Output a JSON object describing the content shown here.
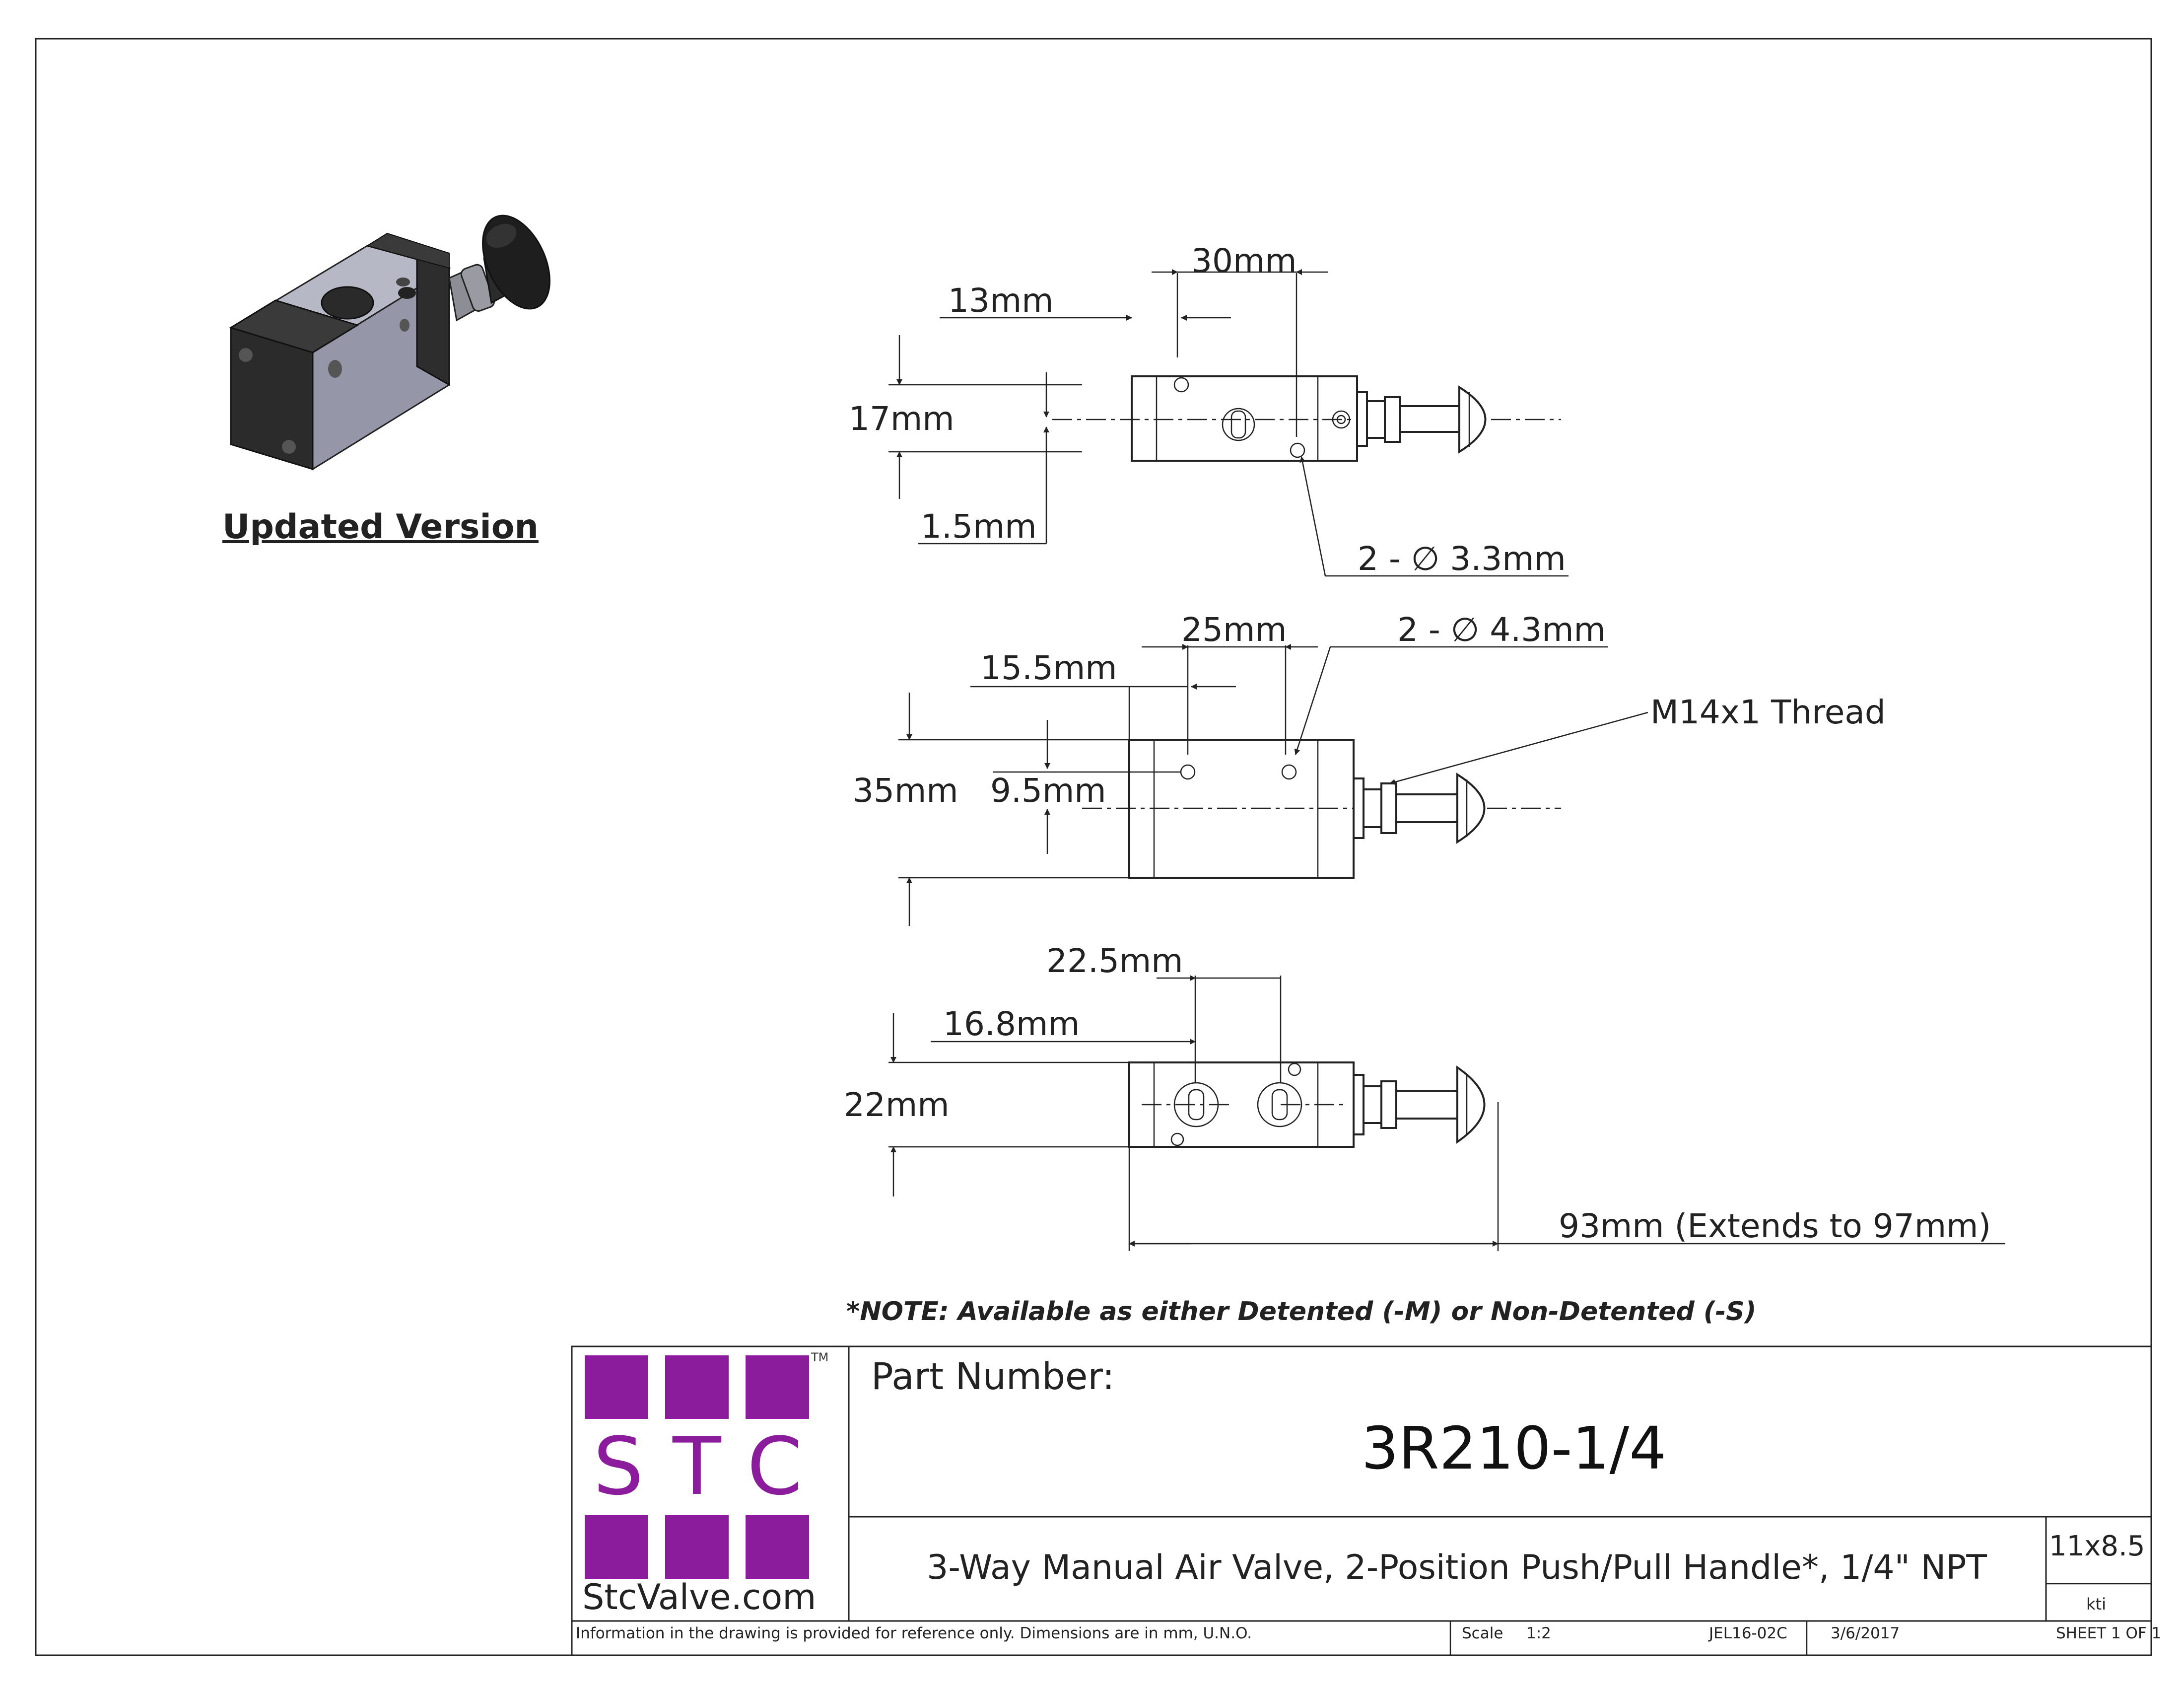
{
  "updated_version_label": "Updated Version",
  "views": {
    "top": {
      "dim_width_30": "30mm",
      "dim_offset_13": "13mm",
      "dim_height_17": "17mm",
      "dim_offset_1_5": "1.5mm",
      "dim_holes": "2 - ∅ 3.3mm"
    },
    "front": {
      "dim_spacing_25": "25mm",
      "dim_offset_15_5": "15.5mm",
      "dim_holes": "2 - ∅ 4.3mm",
      "dim_thread": "M14x1 Thread",
      "dim_height_35": "35mm",
      "dim_height_9_5": "9.5mm"
    },
    "bottom": {
      "dim_spacing_22_5": "22.5mm",
      "dim_offset_16_8": "16.8mm",
      "dim_height_22": "22mm",
      "dim_length": "93mm (Extends to 97mm)"
    }
  },
  "note": "*NOTE: Available as either Detented (-M) or Non-Detented (-S)",
  "title_block": {
    "logo": {
      "letters": [
        "S",
        "T",
        "C"
      ],
      "trademark": "TM",
      "url": "StcValve.com",
      "color": "#8b1c9c"
    },
    "part_number_label": "Part Number:",
    "part_number": "3R210-1/4",
    "description": "3-Way Manual Air Valve, 2-Position Push/Pull Handle*, 1/4\" NPT",
    "sheet_size": "11x8.5",
    "drawn_by": "kti",
    "disclaimer": "Information in the drawing is provided for reference only. Dimensions are in mm, U.N.O.",
    "scale_label": "Scale",
    "scale_value": "1:2",
    "doc_code": "JEL16-02C",
    "date": "3/6/2017",
    "sheet": "SHEET 1 OF 1"
  }
}
